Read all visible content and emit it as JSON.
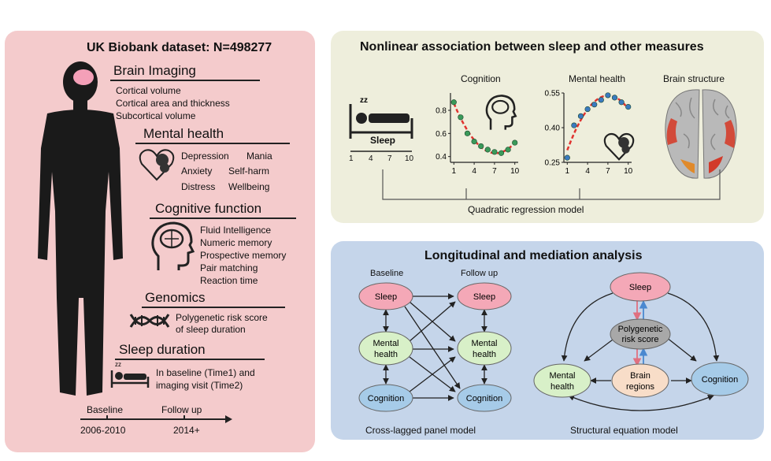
{
  "left": {
    "title": "UK Biobank dataset: N=498277",
    "sections": {
      "brain_imaging": {
        "heading": "Brain Imaging",
        "items": [
          "Cortical volume",
          "Cortical area and thickness",
          "Subcortical volume"
        ]
      },
      "mental_health": {
        "heading": "Mental health",
        "items": [
          "Depression",
          "Mania",
          "Anxiety",
          "Self-harm",
          "Distress",
          "Wellbeing"
        ]
      },
      "cognitive_function": {
        "heading": "Cognitive function",
        "items": [
          "Fluid Intelligence",
          "Numeric memory",
          "Prospective memory",
          "Pair matching",
          "Reaction time"
        ]
      },
      "genomics": {
        "heading": "Genomics",
        "items": [
          "Polygenetic risk score",
          "of sleep duration"
        ]
      },
      "sleep_duration": {
        "heading": "Sleep duration",
        "items": [
          "In baseline (Time1) and",
          "imaging visit (Time2)"
        ]
      }
    },
    "timeline": {
      "baseline_label": "Baseline",
      "baseline_years": "2006-2010",
      "followup_label": "Follow up",
      "followup_years": "2014+"
    }
  },
  "top_right": {
    "title": "Nonlinear association between sleep and other measures",
    "sleep_label": "Sleep",
    "sleep_ticks": [
      "1",
      "4",
      "7",
      "10"
    ],
    "cognition_label": "Cognition",
    "mental_health_label": "Mental health",
    "brain_structure_label": "Brain structure",
    "model_label": "Quadratic regression model"
  },
  "chart_data": [
    {
      "type": "scatter",
      "title": "Cognition",
      "x": [
        1,
        2,
        3,
        4,
        5,
        6,
        7,
        8,
        9,
        10
      ],
      "y": [
        0.87,
        0.74,
        0.6,
        0.53,
        0.49,
        0.46,
        0.44,
        0.43,
        0.46,
        0.52
      ],
      "fit": "quadratic",
      "x_ticks": [
        "1",
        "4",
        "7",
        "10"
      ],
      "y_ticks": [
        "0.4",
        "0.6",
        "0.8"
      ],
      "ylim": [
        0.35,
        0.95
      ],
      "colors": {
        "points": "#3a9a5a",
        "fit": "#e0332f"
      }
    },
    {
      "type": "scatter",
      "title": "Mental health",
      "x": [
        1,
        2,
        3,
        4,
        5,
        6,
        7,
        8,
        9,
        10
      ],
      "y": [
        0.27,
        0.41,
        0.45,
        0.48,
        0.5,
        0.52,
        0.54,
        0.53,
        0.51,
        0.49
      ],
      "fit": "quadratic",
      "x_ticks": [
        "1",
        "4",
        "7",
        "10"
      ],
      "y_ticks": [
        "0.25",
        "0.40",
        "0.55"
      ],
      "ylim": [
        0.25,
        0.55
      ],
      "colors": {
        "points": "#3a7ac0",
        "fit": "#e0332f"
      }
    }
  ],
  "bottom_right": {
    "title": "Longitudinal and mediation analysis",
    "baseline_label": "Baseline",
    "followup_label": "Follow up",
    "nodes": {
      "sleep": "Sleep",
      "mental_health_1": "Mental",
      "mental_health_2": "health",
      "cognition": "Cognition",
      "prs_1": "Polygenetic",
      "prs_2": "risk score",
      "brain_1": "Brain",
      "brain_2": "regions"
    },
    "left_model_label": "Cross-lagged panel model",
    "right_model_label": "Structural equation model"
  },
  "colors": {
    "left_panel": "#f4cbcc",
    "top_panel": "#eeeedc",
    "bottom_panel": "#c5d5ea",
    "sleep_node": "#f4a8b7",
    "mental_node": "#d8f0c8",
    "cognition_node": "#a6cbe8",
    "prs_node": "#a8a8a8",
    "brain_node": "#f8ddc8"
  }
}
